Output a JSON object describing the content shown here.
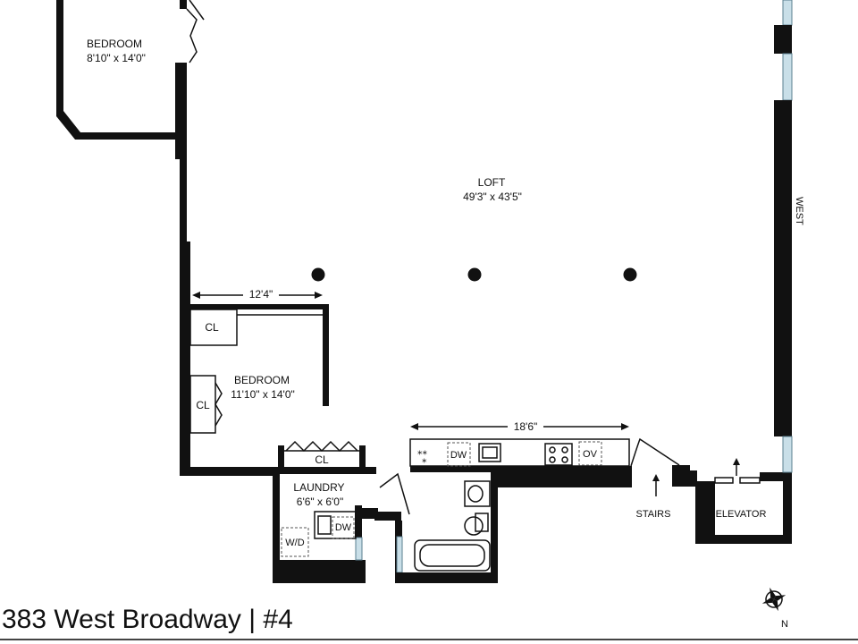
{
  "rooms": {
    "bedroom1": {
      "name": "BEDROOM",
      "dims": "8'10\" x 14'0\""
    },
    "loft": {
      "name": "LOFT",
      "dims": "49'3\" x 43'5\""
    },
    "bedroom2": {
      "name": "BEDROOM",
      "dims": "11'10\" x 14'0\""
    },
    "laundry": {
      "name": "LAUNDRY",
      "dims": "6'6\" x 6'0\""
    },
    "stairs": {
      "name": "STAIRS"
    },
    "elevator": {
      "name": "ELEVATOR"
    }
  },
  "closets": {
    "cl1": "CL",
    "cl2": "CL",
    "cl3": "CL"
  },
  "appliances": {
    "dw_kitchen": "DW",
    "ov": "OV",
    "dw_laundry": "DW",
    "wd": "W/D"
  },
  "dimensions": {
    "bedroom_width": "12'4\"",
    "kitchen_length": "18'6\""
  },
  "street_label": "WEST",
  "title": "383 West Broadway | #4",
  "compass": {
    "north": "N"
  },
  "colors": {
    "wall": "#111111",
    "window": "#c9dfe8"
  }
}
